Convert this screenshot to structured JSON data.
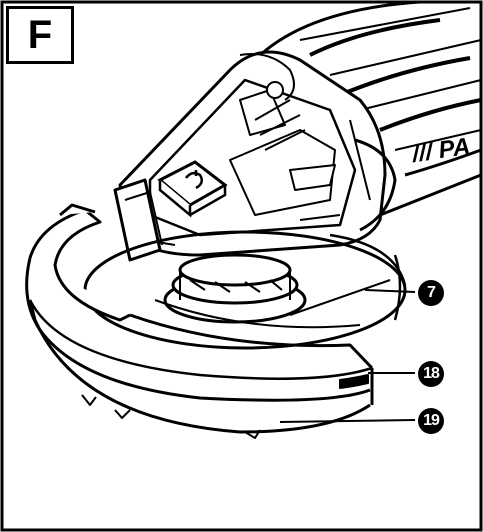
{
  "figure": {
    "panel_label": "F",
    "brand_text": "/// PA",
    "callouts": [
      {
        "id": "c7",
        "label": "7"
      },
      {
        "id": "c18",
        "label": "18"
      },
      {
        "id": "c19",
        "label": "19"
      }
    ]
  }
}
